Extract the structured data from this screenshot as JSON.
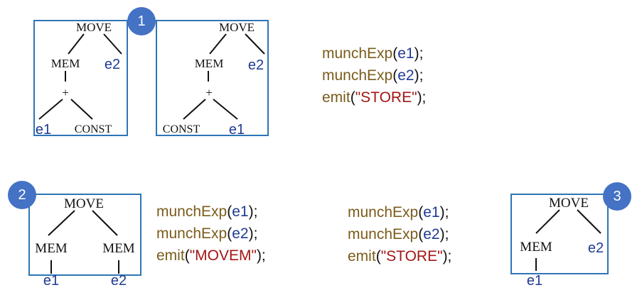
{
  "badges": [
    "1",
    "2",
    "3"
  ],
  "trees": {
    "t1": {
      "root": "MOVE",
      "mem": "MEM",
      "plus": "+",
      "left_leaf": "e1",
      "right_leaf": "CONST",
      "value": "e2"
    },
    "t2": {
      "root": "MOVE",
      "mem": "MEM",
      "plus": "+",
      "left_leaf": "CONST",
      "right_leaf": "e1",
      "value": "e2"
    },
    "t3": {
      "root": "MOVE",
      "left_mem": "MEM",
      "right_mem": "MEM",
      "left_leaf": "e1",
      "right_leaf": "e2"
    },
    "t4": {
      "root": "MOVE",
      "mem": "MEM",
      "mem_leaf": "e1",
      "value": "e2"
    }
  },
  "code_blocks": {
    "c1": {
      "fn1": "munchExp",
      "arg1": "e1",
      "fn2": "munchExp",
      "arg2": "e2",
      "fn3": "emit",
      "str3": "\"STORE\""
    },
    "c2": {
      "fn1": "munchExp",
      "arg1": "e1",
      "fn2": "munchExp",
      "arg2": "e2",
      "fn3": "emit",
      "str3": "\"MOVEM\""
    },
    "c3": {
      "fn1": "munchExp",
      "arg1": "e1",
      "fn2": "munchExp",
      "arg2": "e2",
      "fn3": "emit",
      "str3": "\"STORE\""
    }
  },
  "colors": {
    "box_border": "#2e75b6",
    "badge": "#4472c4",
    "function": "#7a5c1a",
    "argument": "#1f3a93",
    "string": "#a31515"
  }
}
